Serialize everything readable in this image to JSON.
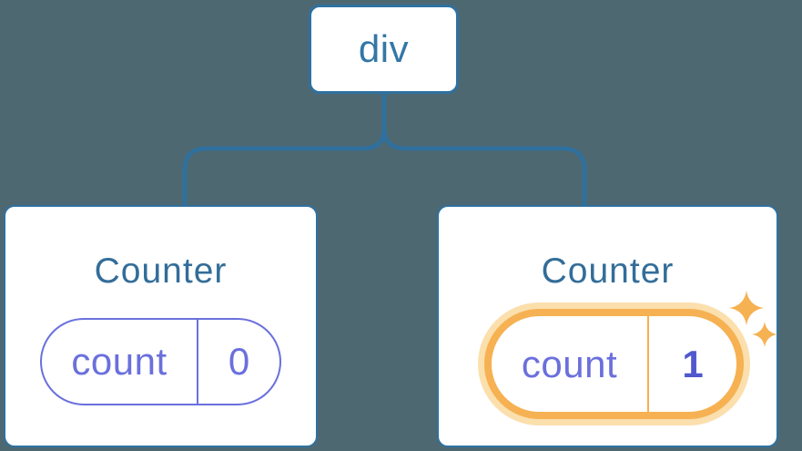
{
  "diagram": {
    "root": {
      "label": "div"
    },
    "children": [
      {
        "title": "Counter",
        "state": {
          "name": "count",
          "value": "0"
        },
        "highlighted": false
      },
      {
        "title": "Counter",
        "state": {
          "name": "count",
          "value": "1"
        },
        "highlighted": true
      }
    ]
  },
  "icons": {
    "sparkles": "sparkles-icon"
  },
  "colors": {
    "bg": "#4e6872",
    "line": "#2e71a0",
    "node-text": "#3377a6",
    "title": "#336d99",
    "purple": "#6a70dc",
    "value-bold": "#5058ce",
    "orange": "#f6b152",
    "halo": "#fbdfad"
  }
}
